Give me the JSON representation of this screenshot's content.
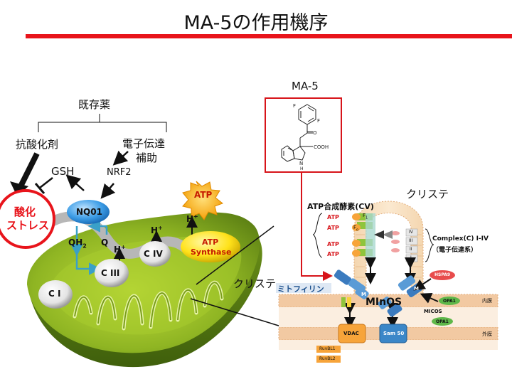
{
  "title": "MA-5の作用機序",
  "existing_drugs": {
    "heading": "既存薬",
    "antioxidant": "抗酸化剤",
    "electron_transfer_line1": "電子伝達",
    "electron_transfer_line2": "補助",
    "gsh": "GSH",
    "nrf2": "NRF2"
  },
  "oxidative_stress": {
    "line1": "酸化",
    "line2": "ストレス"
  },
  "mito": {
    "nq01": "NQ01",
    "qh2": "QH",
    "qh2_sub": "2",
    "q": "Q",
    "hplus": "H",
    "hplus_sup": "+",
    "ci": "C I",
    "ciii": "C III",
    "civ": "C IV",
    "atp_star": "ATP",
    "atp_synthase_line1": "ATP",
    "atp_synthase_line2": "Synthase"
  },
  "ma5": {
    "label": "MA-5",
    "atom_f1": "F",
    "atom_f2": "F",
    "atom_o": "O",
    "cooh": "COOH",
    "nh": "N",
    "h": "H"
  },
  "detail": {
    "cristae_top": "クリステ",
    "atp_synthase_cv": "ATP合成酵素(CV)",
    "atp_labels": [
      "ATP",
      "ATP",
      "ATP",
      "ATP"
    ],
    "f1": "F",
    "f1_sub": "1",
    "f0": "F",
    "f0_sub": "o",
    "complex_line1": "Complex(C) I-IV",
    "complex_line2": "（電子伝達系）",
    "roman": [
      "IV",
      "III",
      "II",
      "I"
    ],
    "cristae_left": "クリステ",
    "mitofilin": "ミトフィリン",
    "minos": "MInOS",
    "hspa9": "HSPA9",
    "opa1_a": "OPA1",
    "opa1_b": "OPA1",
    "micos": "MICOS",
    "inner_membrane": "内膜",
    "outer_membrane": "外膜",
    "vdac": "VDAC",
    "sam50": "Sam 50",
    "ruvbl1": "RuvBL1",
    "ruvbl2": "RuvBL2",
    "m_label": "M"
  }
}
